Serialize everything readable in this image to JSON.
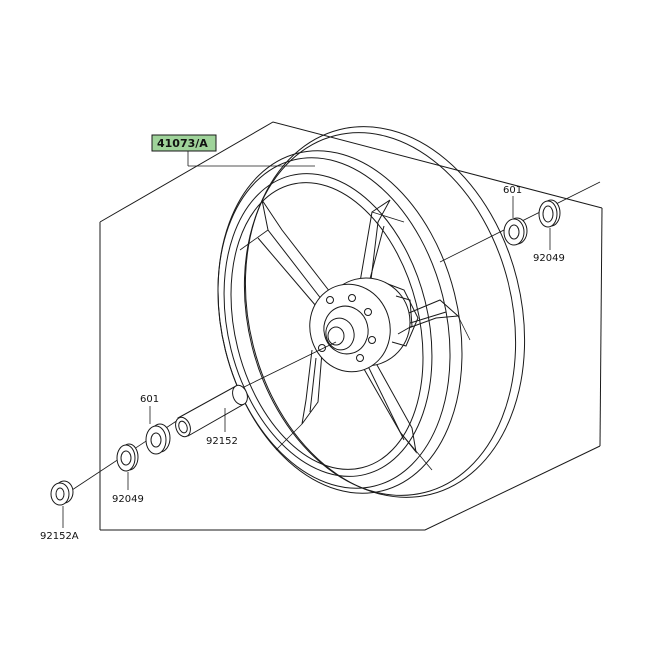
{
  "parts": {
    "wheel": "41073/A",
    "bearing_right": "601",
    "seal_right": "92049",
    "collar": "92152",
    "bearing_left": "601",
    "seal_left": "92049",
    "spacer": "92152A"
  },
  "colors": {
    "highlight": "#9fd39a",
    "line": "#1a1a1a",
    "background": "#ffffff"
  }
}
